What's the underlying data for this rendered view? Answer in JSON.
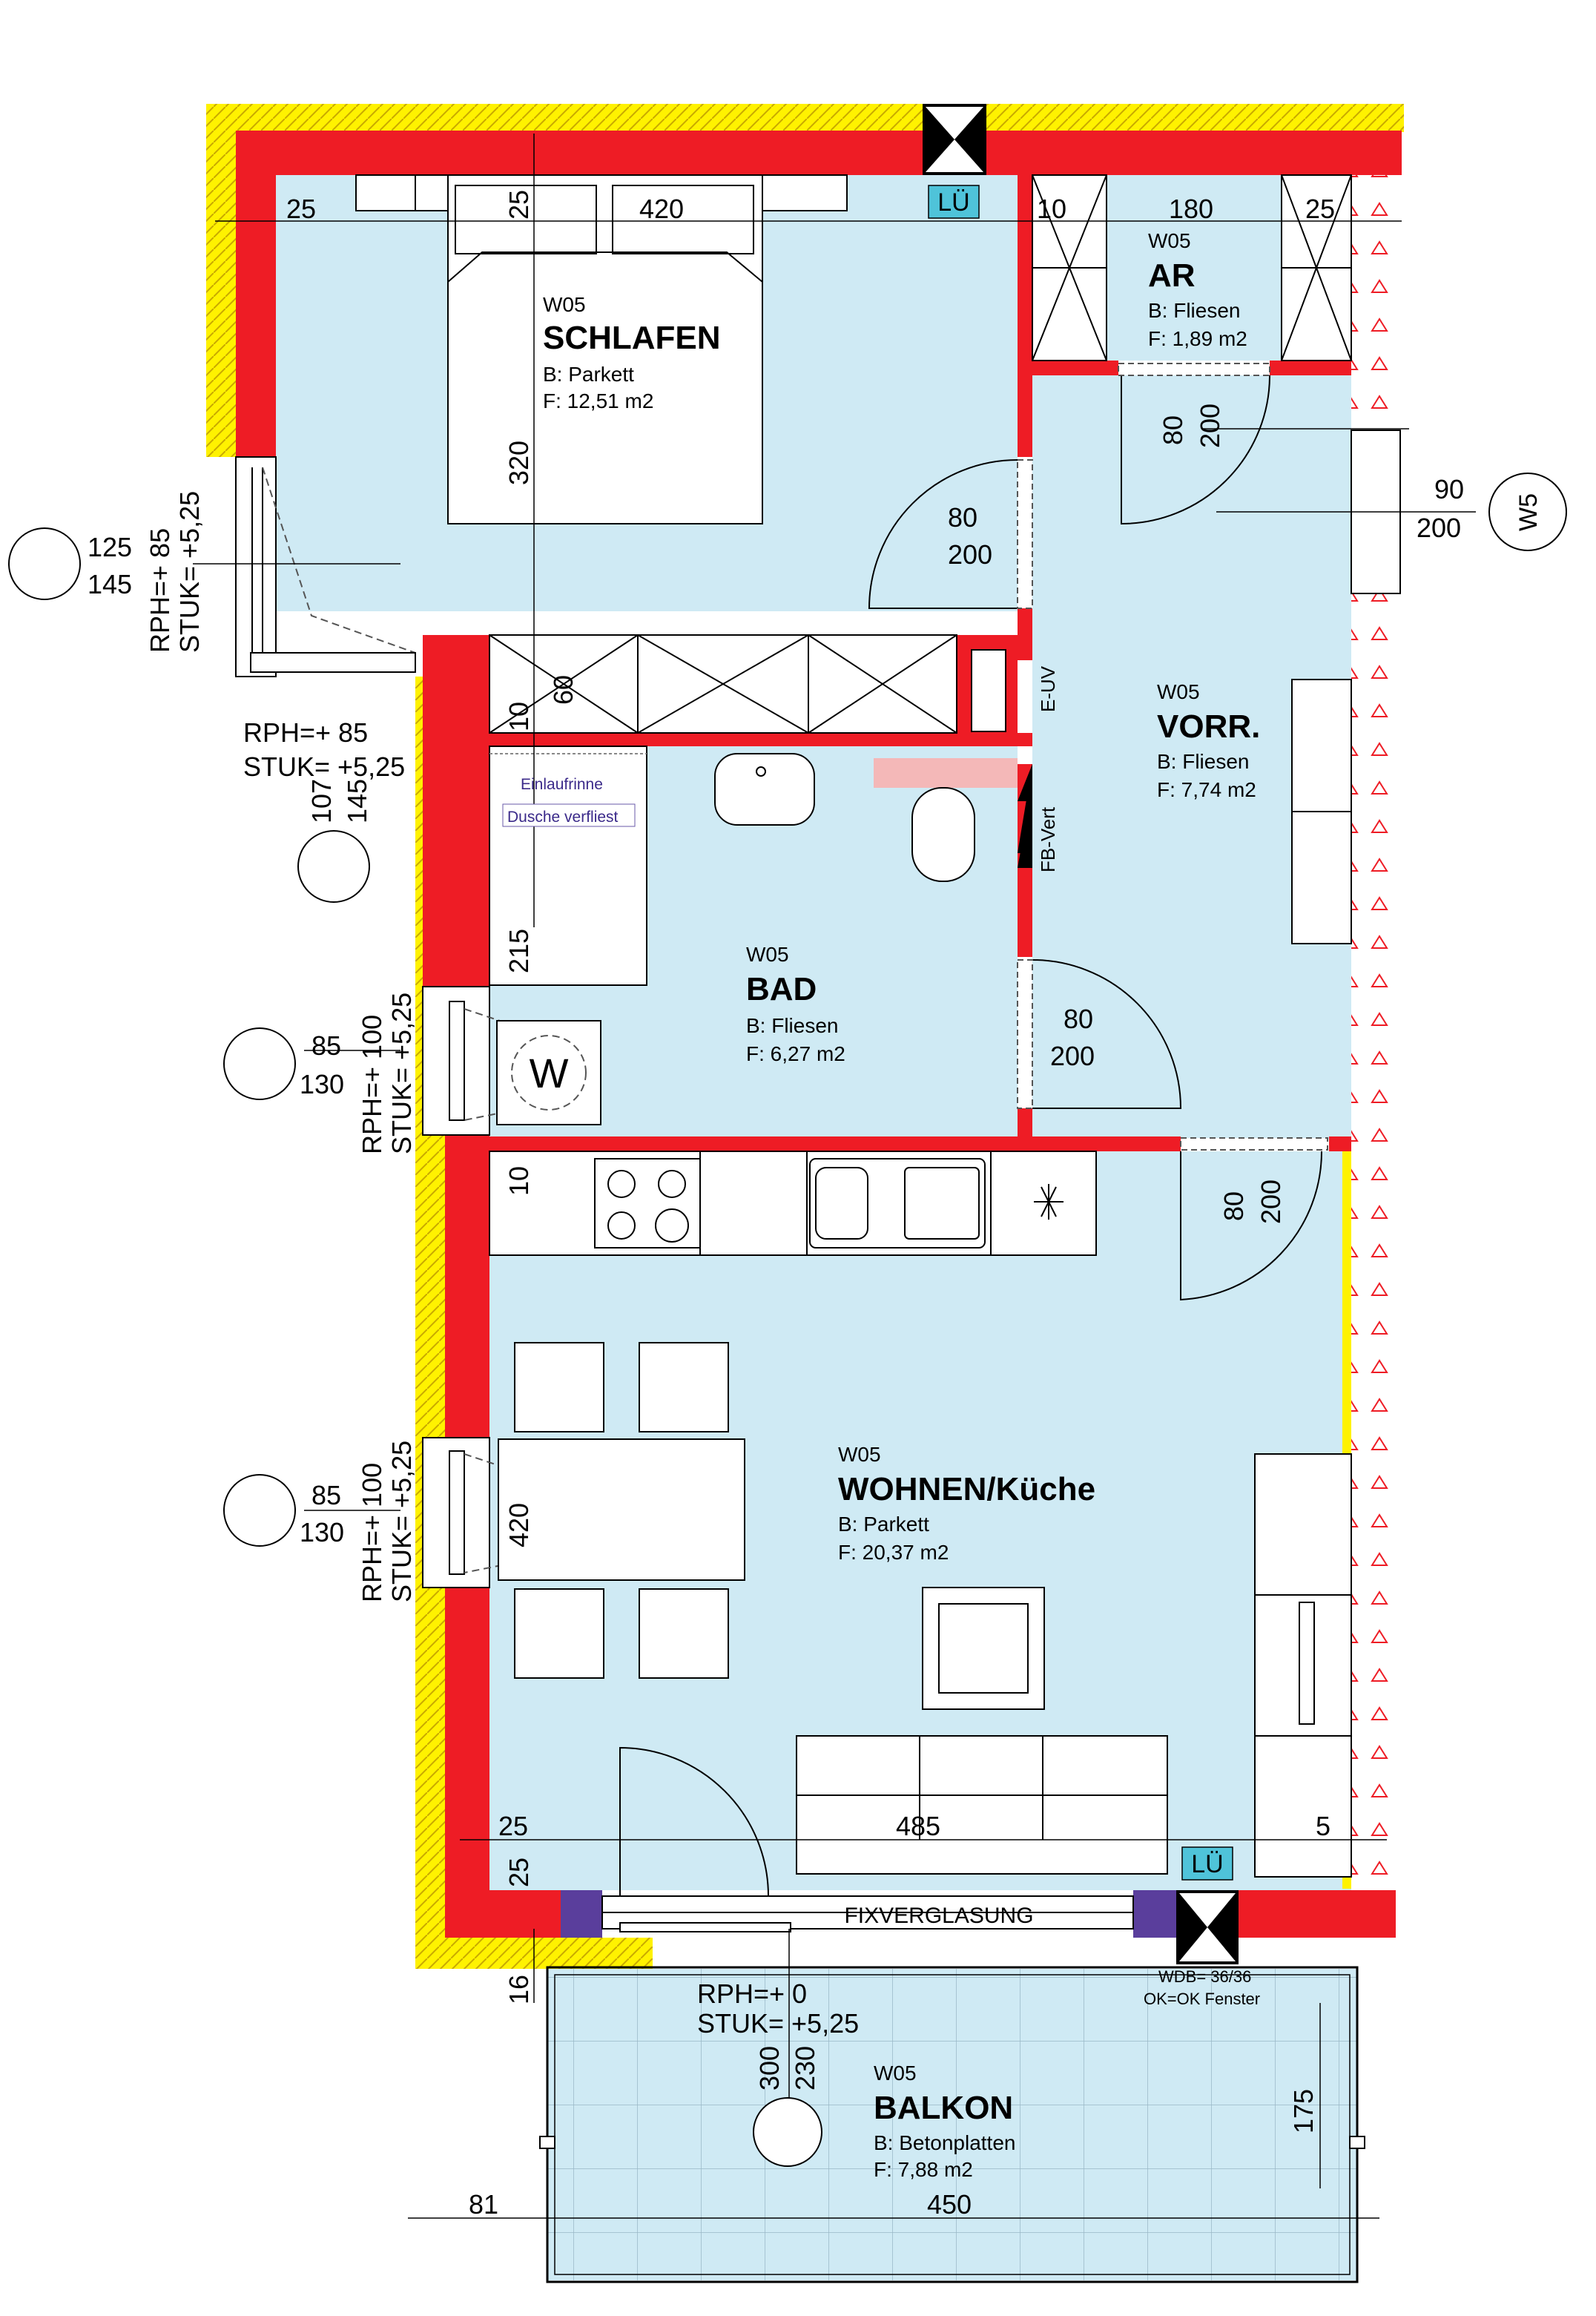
{
  "rooms": {
    "schlafen": {
      "code": "W05",
      "name": "SCHLAFEN",
      "floor": "B: Parkett",
      "area": "F: 12,51 m2"
    },
    "ar": {
      "code": "W05",
      "name": "AR",
      "floor": "B: Fliesen",
      "area": "F: 1,89 m2"
    },
    "vorr": {
      "code": "W05",
      "name": "VORR.",
      "floor": "B: Fliesen",
      "area": "F: 7,74 m2"
    },
    "bad": {
      "code": "W05",
      "name": "BAD",
      "floor": "B: Fliesen",
      "area": "F: 6,27 m2"
    },
    "wohnen": {
      "code": "W05",
      "name": "WOHNEN/Küche",
      "floor": "B: Parkett",
      "area": "F: 20,37 m2"
    },
    "balkon": {
      "code": "W05",
      "name": "BALKON",
      "floor": "B: Betonplatten",
      "area": "F: 7,88 m2"
    }
  },
  "labels": {
    "lu": "LÜ",
    "e_uv": "E-UV",
    "fb_vert": "FB-Vert",
    "einlaufrinne": "Einlaufrinne",
    "dusche": "Dusche verfliest",
    "w": "W",
    "fixverglasung": "FIXVERGLASUNG",
    "wdb": "WDB= 36/36",
    "ok_fenster": "OK=OK Fenster",
    "w5_tag": "W5"
  },
  "dimensions": {
    "d25_a": "25",
    "d25_b": "25",
    "d420_top": "420",
    "d10_top": "10",
    "d180": "180",
    "d25_c": "25",
    "d320": "320",
    "d80_ar": "80",
    "d200_ar": "200",
    "d80_schl": "80",
    "d200_schl": "200",
    "d90": "90",
    "d200_w5": "200",
    "d10_bad": "10",
    "d60": "60",
    "d215": "215",
    "d80_bad": "80",
    "d200_bad": "200",
    "d10_k": "10",
    "d80_wo": "80",
    "d200_wo": "200",
    "d420_wo": "420",
    "d25_l1": "25",
    "d25_l2": "25",
    "d485": "485",
    "d5": "5",
    "d16": "16",
    "d300": "300",
    "d230": "230",
    "d175": "175",
    "d81": "81",
    "d450": "450"
  },
  "windows": {
    "schlafen": {
      "rph": "RPH=+ 85",
      "stuk": "STUK= +5,25",
      "w": "125",
      "h": "145"
    },
    "rph85": {
      "rph": "RPH=+ 85",
      "stuk": "STUK= +5,25"
    },
    "marker_107": {
      "w": "107",
      "h": "145"
    },
    "bad": {
      "rph": "RPH=+ 100",
      "stuk": "STUK= +5,25",
      "w": "85",
      "h": "130"
    },
    "wohnen": {
      "rph": "RPH=+ 100",
      "stuk": "STUK= +5,25",
      "w": "85",
      "h": "130"
    },
    "balkon": {
      "rph": "RPH=+ 0",
      "stuk": "STUK= +5,25"
    }
  },
  "colors": {
    "wall": "#ee1c25",
    "insulation": "#fff200",
    "room": "#cfeaf4",
    "lu_badge": "#4fc3d9",
    "column": "#5a3e9c"
  }
}
